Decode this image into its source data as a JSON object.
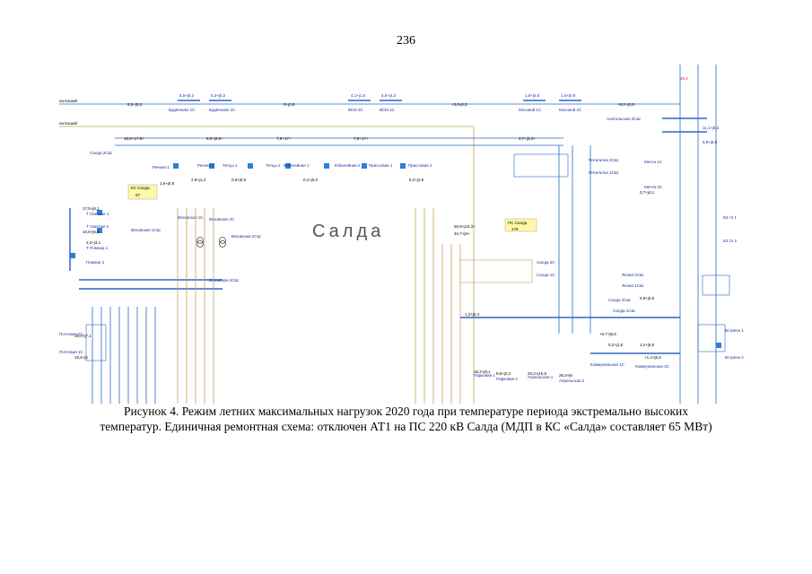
{
  "page": {
    "number": "236"
  },
  "diagram": {
    "region_label": "Салда",
    "lines": {
      "line_top_1": "на Кошай",
      "line_top_2": "на Кошай"
    },
    "substations": [
      {
        "id": "ks_salda",
        "name": "КС Салда",
        "value": "57"
      },
      {
        "id": "ps_salda",
        "name": "ПС Салда",
        "value": "178"
      }
    ],
    "labels": {
      "bud_1": "Будённово 1С",
      "bud_2": "Будённово 2С",
      "bcm_2": "ВСМ 2С",
      "bcm_1": "ВСМ 1С",
      "mokhovoy_1": "Моховой 1С",
      "mokhovoy_2": "Моховой 2С",
      "anatolskaya": "Анатольская 2СШ",
      "salda_2sh": "Салда 2СШ",
      "svetlaya_1": "Т Светлая 1",
      "svetlaya_2": "Т Светлая 2",
      "pomnir": "Т Помнир 1",
      "pomnir_2": "Помнир 2",
      "vyazovskaya_1": "Вязовская 1С",
      "vyazovskaya_2": "Вязовская 2С",
      "vyazovskaya_1sh": "Вязовская 1СШ",
      "vyazovskaya_2sh": "Вязовская 2СШ",
      "vyazovskaya_3": "Вязовская 2СШ",
      "rechnaya_1": "Речная 1",
      "rechnaya_2": "Речная 2",
      "tetsy_1": "Тетцы 1",
      "tetsy_2": "Тетцы 2",
      "yubileynaya_1": "Юбилейная 1",
      "yubileynaya_2": "Юбилейная 2",
      "pressovaya_1": "Прессовая 1",
      "pressovaya_2": "Прессовая 2",
      "piatilka_2": "Пятилетка 2СШ",
      "piatilka_1": "Пятилетка 1СШ",
      "salda_1c": "Салда 2С",
      "salda_1c_b": "Салда 1С",
      "salda_2sh_b": "Салда 2СШ",
      "salda_1sh": "Салда 1СШ",
      "mechta": "Мечта 1С",
      "mechta_2": "Мечта 2С",
      "yasnaya_2": "Ясная 2СШ",
      "yasnaya_1": "Ясная 1СШ",
      "vstrecha_1": "Встреча 1",
      "vstrecha_2": "Встреча 2",
      "bz_1": "Б3 тп 1",
      "bz_2": "Б3 тп 2",
      "kommunalnaya_1": "Коммунальная 1С",
      "kommunalnaya_2": "Коммунальная 2С",
      "parkovaya_1": "Парковая 1",
      "parkovaya_2": "Парковая 2",
      "aprelskaya_1": "Апрельская 1",
      "aprelskaya_2": "Апрельская 2",
      "pochtovaya_2": "Почтовая 2С",
      "pochtovaya_1": "Почтовая 1С"
    },
    "values": {
      "v1": "5,5+j0,2",
      "v2": "5,2+j0,2",
      "v3": "5+j0,5",
      "v4": "4,1+j1,5",
      "v5": "4,5+j4,2",
      "v6": "+3,0-j0,5",
      "v7": "1,8+j0,8",
      "v8": "1,4+j0,8",
      "v9": "+8,0+j0,8",
      "v10": "28,4",
      "v11": "16,5+17,8+",
      "v12": "8,5+j6,9+",
      "v13": "7,9+17+",
      "v14": "7,9+17+",
      "v15": "3,7+j3,3+",
      "v16": "11,1+j5,2",
      "v17": "5,9+j6,5",
      "v18": "17,5+j8,1",
      "v19": "10,8+j6,4",
      "v20": "3,2+j3,1",
      "v21": "55,8+j16,3+",
      "v22": "34,7+j8+",
      "v23": "1,2+j0,4",
      "v24": "0,2+j1,5",
      "v25": "1,1+j0,5",
      "v26": "+1,4+j5,5",
      "v27": "+0,7+j5,6",
      "v28": "0,7+j4,1",
      "v29": "0,9+j0,6",
      "v30": "2,9+j1,4",
      "v31": "0,8+j0,5",
      "v32": "0,1+j0,2",
      "v33": "5,2+j4,5",
      "v34": "1,6+j0,8",
      "v35": "15,5+j5",
      "v36": "16,4+j7,1",
      "v37": "15,2+j9,1",
      "v38": "8,6+j0,2",
      "v39": "20,4+j15,5",
      "v40": "26,3+j6"
    }
  },
  "caption": {
    "line1": "Рисунок 4. Режим летних максимальных нагрузок 2020 года при температуре периода экстремально высоких",
    "line2": "температур. Единичная ремонтная схема: отключен АТ1 на ПС 220 кВ Салда (МДП в КС «Салда» составляет 65 МВт)"
  }
}
